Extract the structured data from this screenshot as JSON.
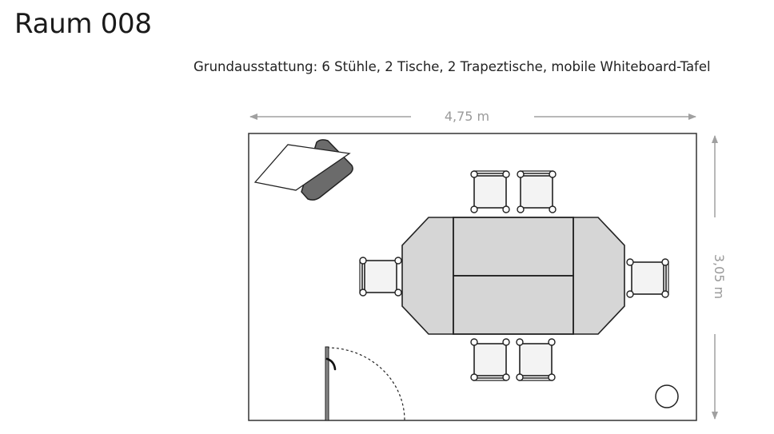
{
  "room": {
    "title": "Raum 008",
    "equipment": "Grundausstattung: 6 Stühle, 2 Tische, 2 Trapeztische, mobile Whiteboard-Tafel",
    "width_label": "4,75 m",
    "depth_label": "3,05 m"
  },
  "furniture": {
    "chairs": 6,
    "tables": 2,
    "trapezoid_tables": 2,
    "whiteboard": 1
  }
}
